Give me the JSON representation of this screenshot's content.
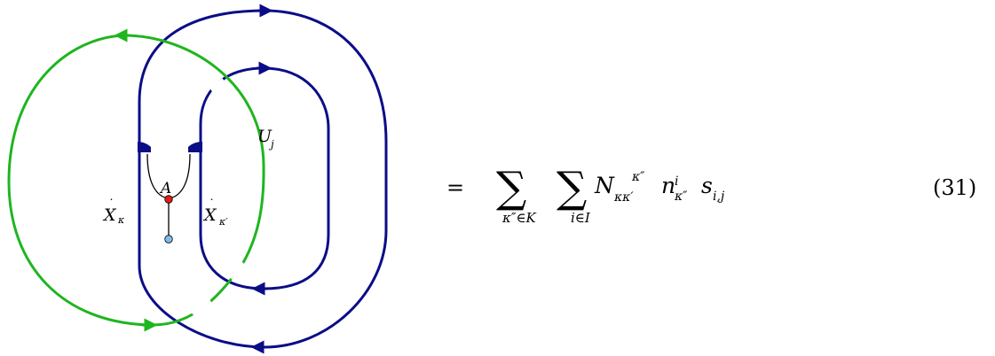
{
  "diagram": {
    "colors": {
      "blue_loop": "#0b0d87",
      "green_loop": "#1fb51f",
      "vertex_red": "#e51a1a",
      "endpoint_blue": "#7fbde8",
      "black": "#000000"
    },
    "labels": {
      "vertex": "A",
      "loop_label": "U",
      "loop_sub": "j",
      "left_strand": "X",
      "left_strand_sub": "κ",
      "right_strand": "X",
      "right_strand_sub": "κ′"
    },
    "icons": {
      "arrow": "triangle-arrowhead",
      "vertex": "red-dot",
      "endpoint": "light-blue-dot"
    }
  },
  "equation": {
    "equals": "=",
    "sum1_symbol": "∑",
    "sum1_sub": "κ″∈K",
    "sum2_symbol": "∑",
    "sum2_sub": "i∈I",
    "N": "N",
    "N_sub": "κκ′",
    "N_sup": "κ″",
    "n": "n",
    "n_sub": "κ″",
    "n_sup": "i",
    "s": "s",
    "s_sub": "i,j",
    "number": "(31)"
  }
}
